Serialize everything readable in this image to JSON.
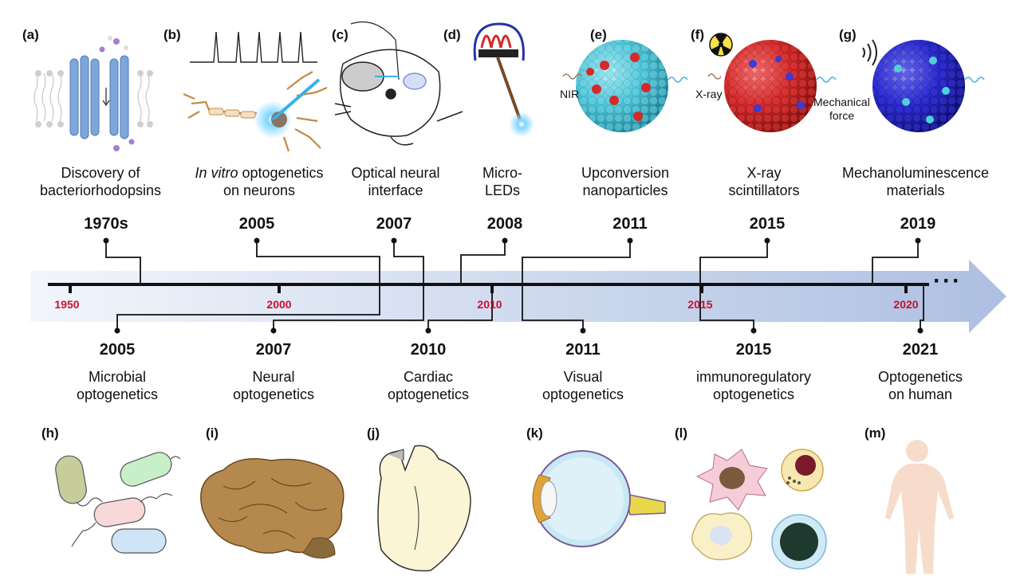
{
  "panel_labels": [
    "(a)",
    "(b)",
    "(c)",
    "(d)",
    "(e)",
    "(f)",
    "(g)",
    "(h)",
    "(i)",
    "(j)",
    "(k)",
    "(l)",
    "(m)"
  ],
  "top_captions": [
    {
      "line1": "Discovery of",
      "line2": "bacteriorhodopsins"
    },
    {
      "line1_em": "In vitro",
      "line1_rest": " optogenetics",
      "line2": "on neurons"
    },
    {
      "line1": "Optical neural",
      "line2": "interface"
    },
    {
      "line1": "Micro-",
      "line2": "LEDs"
    },
    {
      "line1": "Upconversion",
      "line2": "nanoparticles"
    },
    {
      "line1": "X-ray",
      "line2": "scintillators"
    },
    {
      "line1": "Mechanoluminescence",
      "line2": "materials"
    }
  ],
  "top_years": [
    "1970s",
    "2005",
    "2007",
    "2008",
    "2011",
    "2015",
    "2019"
  ],
  "axis_ticks": [
    "1950",
    "2000",
    "2010",
    "2015",
    "2020"
  ],
  "axis_ellipsis": "···",
  "bottom_years": [
    "2005",
    "2007",
    "2010",
    "2011",
    "2015",
    "2021"
  ],
  "bottom_captions": [
    {
      "line1": "Microbial",
      "line2": "optogenetics"
    },
    {
      "line1": "Neural",
      "line2": "optogenetics"
    },
    {
      "line1": "Cardiac",
      "line2": "optogenetics"
    },
    {
      "line1": "Visual",
      "line2": "optogenetics"
    },
    {
      "line1": "immunoregulatory",
      "line2": "optogenetics"
    },
    {
      "line1": "Optogenetics",
      "line2": "on human"
    }
  ],
  "annotations": {
    "nir": "NIR",
    "xray": "X-ray",
    "mech_line1": "Mechanical",
    "mech_line2": "force"
  },
  "colors": {
    "axis": "#111111",
    "tick_label": "#c8102e",
    "arrow_band": "#aebfdf",
    "ucnp_base": "#5ec8d8",
    "ucnp_dot": "#d42a2a",
    "scint_base": "#d42a2a",
    "scint_dot": "#3b3bd6",
    "mech_base": "#2a2ad0",
    "mech_dot": "#4fd0d8",
    "brain": "#b5894e",
    "skin": "#f8dccb"
  },
  "icons": [
    "channel-protein-icon",
    "neuron-icon",
    "mouse-icon",
    "micro-led-icon",
    "ucnp-sphere-icon",
    "radiation-icon",
    "scintillator-sphere-icon",
    "sound-wave-icon",
    "mechanoluminescent-sphere-icon",
    "bacteria-icon",
    "brain-icon",
    "heart-icon",
    "eye-icon",
    "immune-cells-icon",
    "human-silhouette-icon"
  ]
}
